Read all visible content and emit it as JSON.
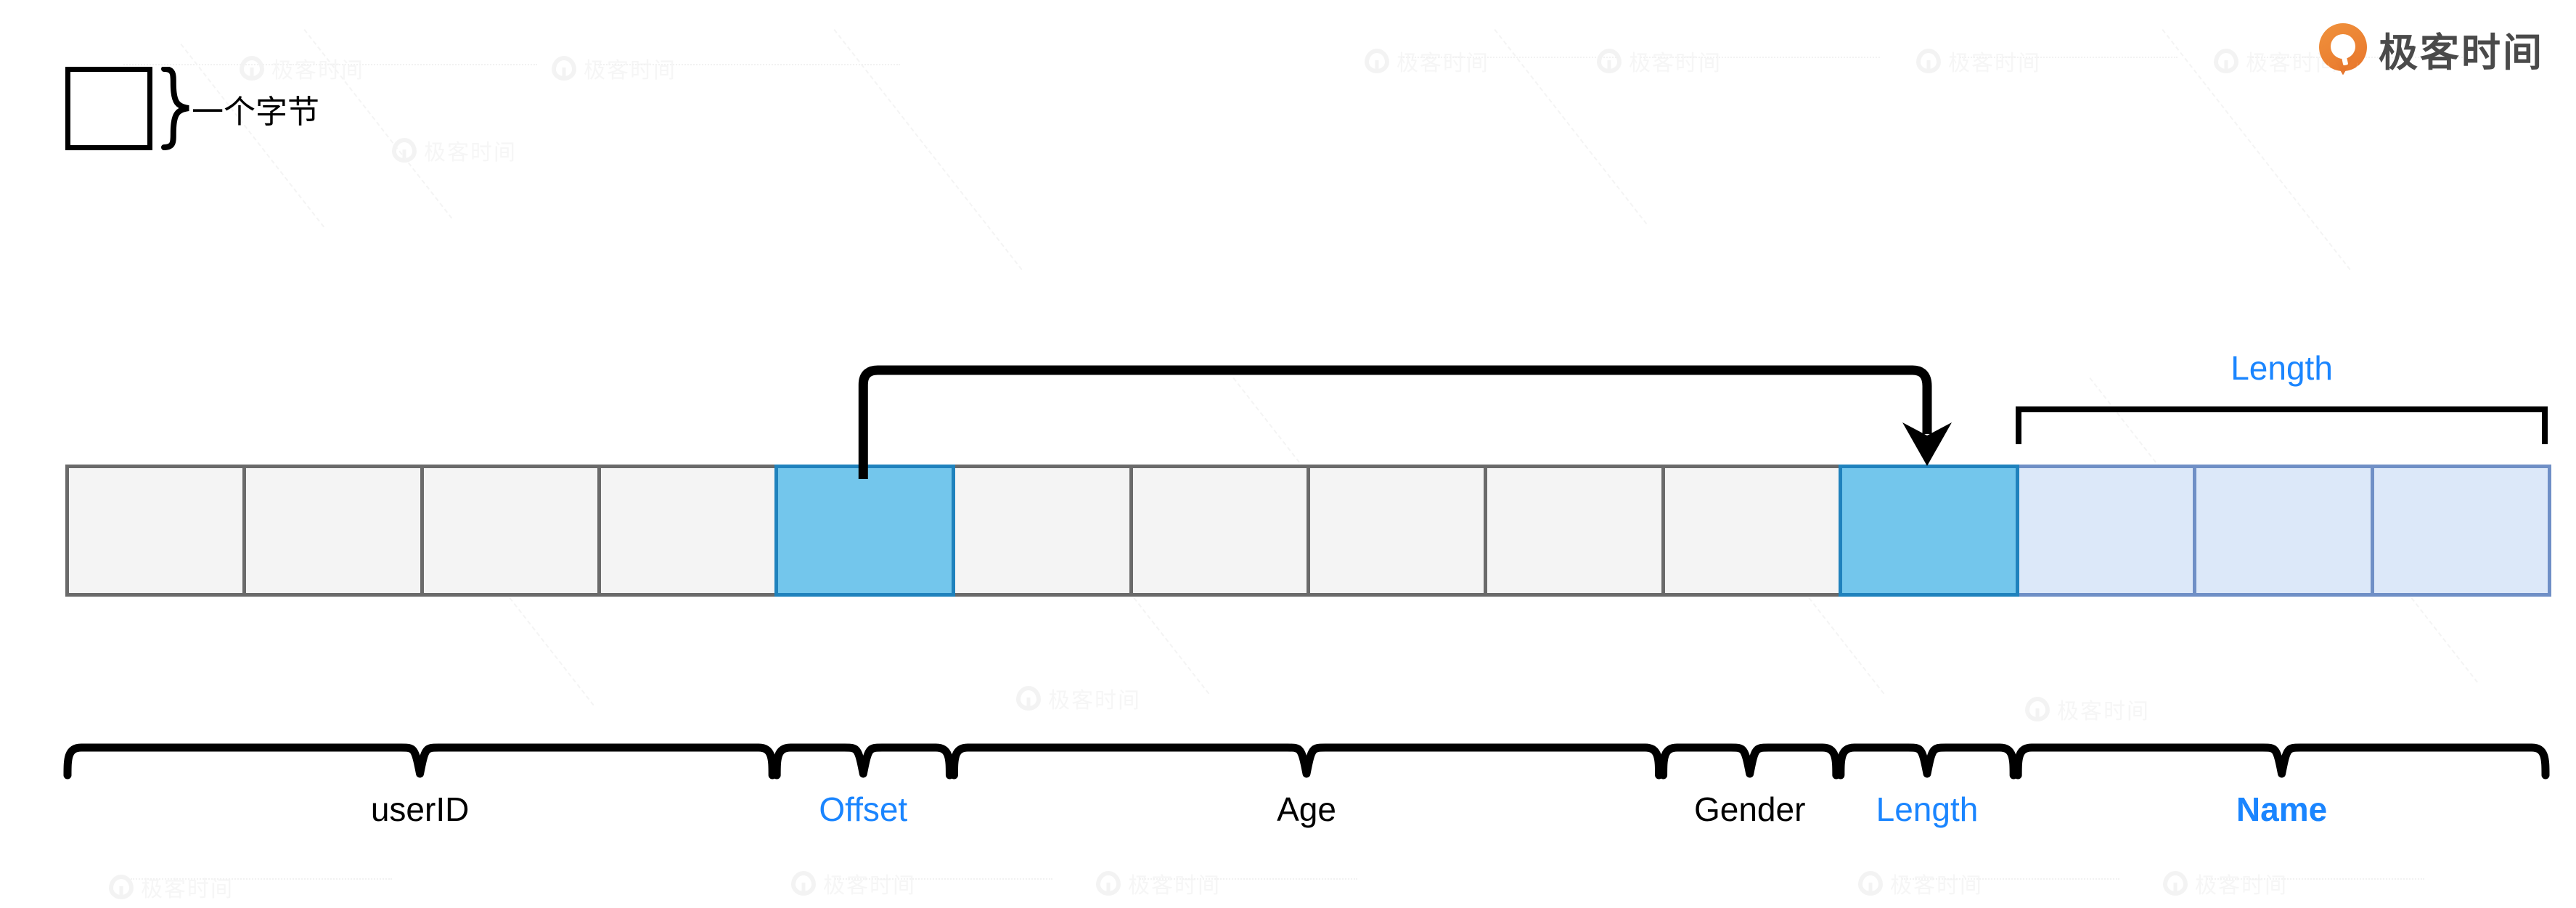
{
  "brand": {
    "logo_icon": "geektime-pin-icon",
    "name": "极客时间",
    "logo_color": "#e8762c",
    "text_color": "#4a4a4a"
  },
  "legend": {
    "box_icon": "single-byte-box",
    "brace_icon": "right-curly-brace-icon",
    "label": "一个字节"
  },
  "colors": {
    "plain_fill": "#f4f4f4",
    "plain_border": "#6a6a6a",
    "mid_fill": "#73c6ec",
    "mid_border": "#1f82bd",
    "light_fill": "#dce8f9",
    "light_border": "#6f8fc6",
    "accent_blue": "#1a85ff",
    "black": "#000000"
  },
  "top_bracket": {
    "label": "Length",
    "label_color": "#1a85ff",
    "icon": "square-bracket-icon",
    "spans_field": "Name"
  },
  "arrow": {
    "icon": "elbow-arrow-icon",
    "from_field": "Offset",
    "to_field": "Length"
  },
  "byte_strip": {
    "total_cells": 14,
    "cells": [
      {
        "index": 0,
        "field": "userID",
        "style": "plain"
      },
      {
        "index": 1,
        "field": "userID",
        "style": "plain"
      },
      {
        "index": 2,
        "field": "userID",
        "style": "plain"
      },
      {
        "index": 3,
        "field": "userID",
        "style": "plain"
      },
      {
        "index": 4,
        "field": "Offset",
        "style": "mid"
      },
      {
        "index": 5,
        "field": "Age",
        "style": "plain"
      },
      {
        "index": 6,
        "field": "Age",
        "style": "plain"
      },
      {
        "index": 7,
        "field": "Age",
        "style": "plain"
      },
      {
        "index": 8,
        "field": "Age",
        "style": "plain"
      },
      {
        "index": 9,
        "field": "Gender",
        "style": "plain"
      },
      {
        "index": 10,
        "field": "Length",
        "style": "mid"
      },
      {
        "index": 11,
        "field": "Name",
        "style": "light"
      },
      {
        "index": 12,
        "field": "Name",
        "style": "light"
      },
      {
        "index": 13,
        "field": "Name",
        "style": "light"
      }
    ]
  },
  "fields": [
    {
      "name": "userID",
      "label": "userID",
      "bytes": 4,
      "color": "#000000",
      "bold": false
    },
    {
      "name": "Offset",
      "label": "Offset",
      "bytes": 1,
      "color": "#1a85ff",
      "bold": false
    },
    {
      "name": "Age",
      "label": "Age",
      "bytes": 4,
      "color": "#000000",
      "bold": false
    },
    {
      "name": "Gender",
      "label": "Gender",
      "bytes": 1,
      "color": "#000000",
      "bold": false
    },
    {
      "name": "Length",
      "label": "Length",
      "bytes": 1,
      "color": "#1a85ff",
      "bold": false
    },
    {
      "name": "Name",
      "label": "Name",
      "bytes": 3,
      "color": "#1a85ff",
      "bold": true
    }
  ],
  "watermark": {
    "text": "极客时间",
    "icon": "geektime-watermark-icon",
    "color": "#e9e9e9"
  }
}
